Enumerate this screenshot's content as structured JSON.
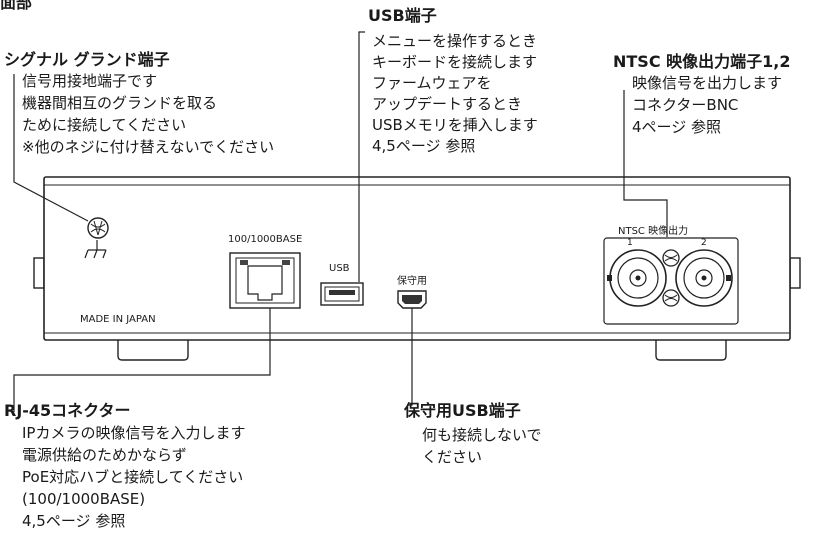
{
  "header": {
    "title": "面部"
  },
  "callouts": {
    "usb": {
      "title": "USB端子",
      "lines": [
        "メニューを操作するとき",
        "キーボードを接続します",
        "ファームウェアを",
        "アップデートするとき",
        "USBメモリを挿入します",
        "4,5ページ 参照"
      ]
    },
    "ground": {
      "title": "シグナル グランド端子",
      "lines": [
        "信号用接地端子です",
        "機器間相互のグランドを取る",
        "ために接続してください",
        "※他のネジに付け替えないでください"
      ]
    },
    "ntsc": {
      "title": "NTSC 映像出力端子1,2",
      "lines": [
        "映像信号を出力します",
        "コネクターBNC",
        "4ページ 参照"
      ]
    },
    "rj45": {
      "title": "RJ-45コネクター",
      "lines": [
        "IPカメラの映像信号を入力します",
        "電源供給のためかならず",
        "PoE対応ハブと接続してください",
        "(100/1000BASE)",
        "4,5ページ 参照"
      ]
    },
    "maint": {
      "title": "保守用USB端子",
      "lines": [
        "何も接続しないで",
        "ください"
      ]
    }
  },
  "panel": {
    "lan_label": "100/1000BASE",
    "usb_label": "USB",
    "maint_label": "保守用",
    "ntsc_label": "NTSC 映像出力",
    "ch1": "1",
    "ch2": "2",
    "made_in": "MADE IN JAPAN"
  },
  "icons": {
    "ground_symbol": "ground-icon",
    "screw": "screw-icon"
  }
}
